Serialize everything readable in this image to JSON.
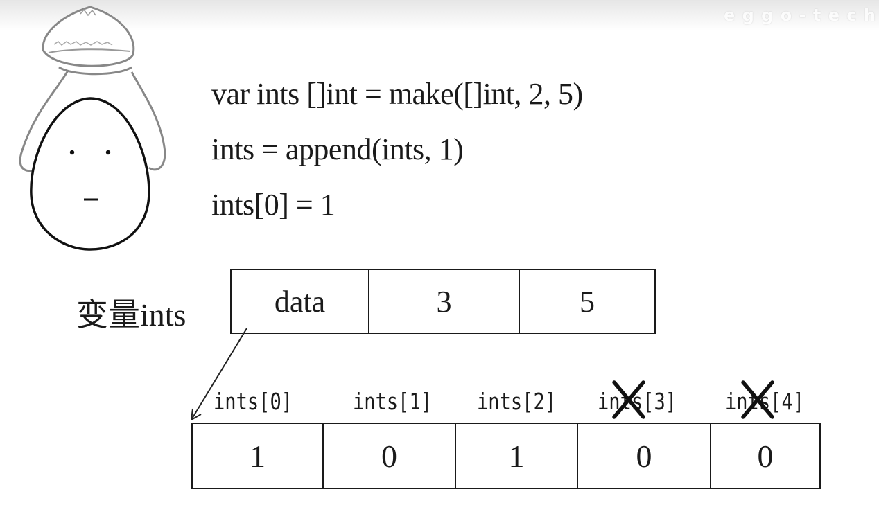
{
  "watermark": "e g g o - t e c h",
  "code": {
    "lines": [
      "var ints []int = make([]int, 2, 5)",
      "ints = append(ints, 1)",
      "ints[0] = 1"
    ]
  },
  "variable_label": "变量ints",
  "slice_header": {
    "cells": [
      "data",
      "3",
      "5"
    ]
  },
  "array": {
    "index_labels": [
      "ints[0]",
      "ints[1]",
      "ints[2]",
      "ints[3]",
      "ints[4]"
    ],
    "values": [
      "1",
      "0",
      "1",
      "0",
      "0"
    ],
    "crossed_out": [
      false,
      false,
      false,
      true,
      true
    ]
  },
  "icons": {
    "character": "egg-character-with-hood-icon",
    "cross": "cross-mark-icon",
    "pointer": "arrow-pointer-icon"
  }
}
